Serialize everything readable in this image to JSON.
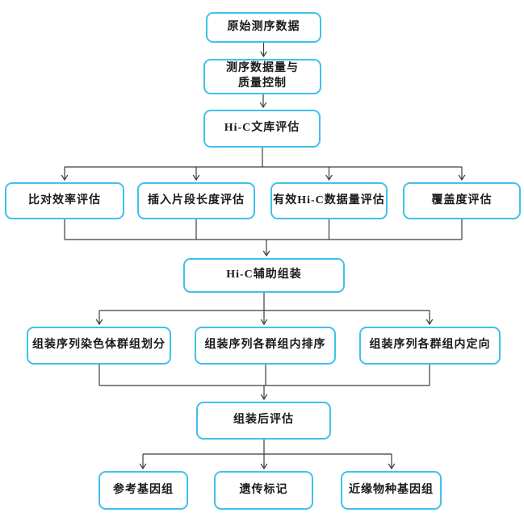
{
  "diagram": {
    "type": "flowchart",
    "colors": {
      "box_border": "#3fc1ec",
      "box_fill": "#ffffff",
      "connector": "#3c3c3c",
      "text": "#1a1a1a",
      "background": "#ffffff"
    },
    "nodes": {
      "raw_data": {
        "label": "原始测序数据"
      },
      "qc": {
        "line1": "测序数据量与",
        "line2": "质量控制"
      },
      "hic_library": {
        "label": "Hi-C文库评估"
      },
      "align_efficiency": {
        "label": "比对效率评估"
      },
      "insert_length": {
        "label": "插入片段长度评估"
      },
      "valid_hic_data": {
        "label": "有效Hi-C数据量评估"
      },
      "coverage": {
        "label": "覆盖度评估"
      },
      "hic_assembly": {
        "label": "Hi-C辅助组装"
      },
      "chromosome_grouping": {
        "label": "组装序列染色体群组划分"
      },
      "group_ordering": {
        "label": "组装序列各群组内排序"
      },
      "group_orientation": {
        "label": "组装序列各群组内定向"
      },
      "post_assembly_eval": {
        "label": "组装后评估"
      },
      "reference_genome": {
        "label": "参考基因组"
      },
      "genetic_markers": {
        "label": "遗传标记"
      },
      "related_species_genome": {
        "label": "近缘物种基因组"
      }
    },
    "edges": [
      {
        "from": "raw_data",
        "to": "qc"
      },
      {
        "from": "qc",
        "to": "hic_library"
      },
      {
        "from": "hic_library",
        "to": "align_efficiency"
      },
      {
        "from": "hic_library",
        "to": "insert_length"
      },
      {
        "from": "hic_library",
        "to": "valid_hic_data"
      },
      {
        "from": "hic_library",
        "to": "coverage"
      },
      {
        "from": "align_efficiency",
        "to": "hic_assembly"
      },
      {
        "from": "insert_length",
        "to": "hic_assembly"
      },
      {
        "from": "valid_hic_data",
        "to": "hic_assembly"
      },
      {
        "from": "coverage",
        "to": "hic_assembly"
      },
      {
        "from": "hic_assembly",
        "to": "chromosome_grouping"
      },
      {
        "from": "hic_assembly",
        "to": "group_ordering"
      },
      {
        "from": "hic_assembly",
        "to": "group_orientation"
      },
      {
        "from": "chromosome_grouping",
        "to": "post_assembly_eval"
      },
      {
        "from": "group_ordering",
        "to": "post_assembly_eval"
      },
      {
        "from": "group_orientation",
        "to": "post_assembly_eval"
      },
      {
        "from": "post_assembly_eval",
        "to": "reference_genome"
      },
      {
        "from": "post_assembly_eval",
        "to": "genetic_markers"
      },
      {
        "from": "post_assembly_eval",
        "to": "related_species_genome"
      }
    ]
  }
}
